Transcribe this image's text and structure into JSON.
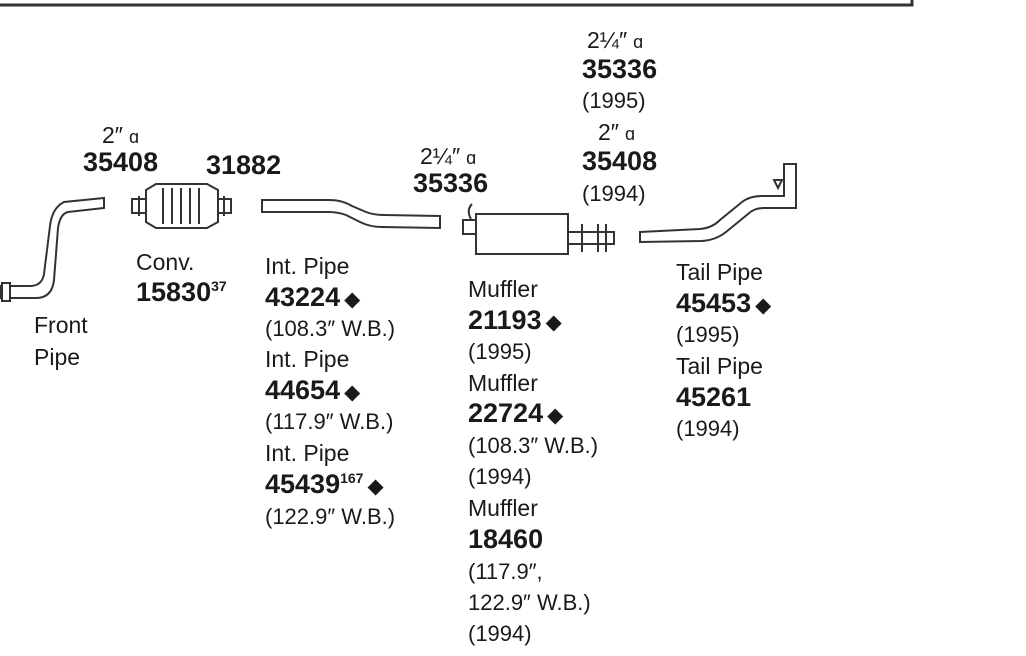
{
  "diagram": {
    "clamp_symbol": "ɑ",
    "diamond_symbol": "◆",
    "clamp_icon": "u-bolt-clamp-icon",
    "front_pipe": {
      "label_line1": "Front",
      "label_line2": "Pipe"
    },
    "clamp_left": {
      "size": "2″",
      "part": "35408"
    },
    "clamp_31882": {
      "part": "31882"
    },
    "converter": {
      "label": "Conv.",
      "part": "15830",
      "sup": "37"
    },
    "int_pipes": [
      {
        "label": "Int. Pipe",
        "part": "43224",
        "sup": "",
        "note": "(108.3″ W.B.)"
      },
      {
        "label": "Int. Pipe",
        "part": "44654",
        "sup": "",
        "note": "(117.9″ W.B.)"
      },
      {
        "label": "Int. Pipe",
        "part": "45439",
        "sup": "167",
        "note": "(122.9″ W.B.)"
      }
    ],
    "clamp_mid": {
      "size": "2¼″",
      "part": "35336"
    },
    "clamp_top_1995": {
      "size": "2¼″",
      "part": "35336",
      "year": "(1995)"
    },
    "clamp_top_1994": {
      "size": "2″",
      "part": "35408",
      "year": "(1994)"
    },
    "mufflers": [
      {
        "label": "Muffler",
        "part": "21193",
        "notes": [
          "(1995)"
        ]
      },
      {
        "label": "Muffler",
        "part": "22724",
        "notes": [
          "(108.3″ W.B.)",
          "(1994)"
        ]
      },
      {
        "label": "Muffler",
        "part": "18460",
        "notes": [
          "(117.9″,",
          "122.9″ W.B.)",
          "(1994)"
        ]
      }
    ],
    "tail_pipes": [
      {
        "label": "Tail Pipe",
        "part": "45453",
        "note": "(1995)"
      },
      {
        "label": "Tail Pipe",
        "part": "45261",
        "note": "(1994)"
      }
    ]
  }
}
